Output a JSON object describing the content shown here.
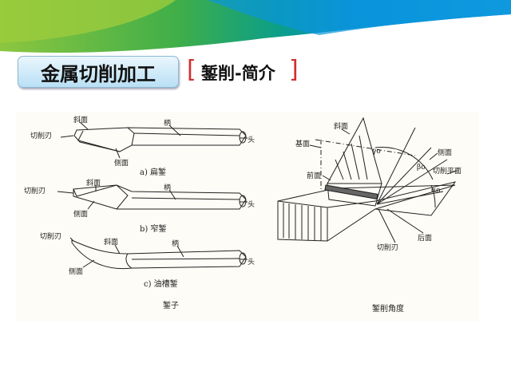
{
  "header": {
    "title": "金属切削加工",
    "subtitle": "錾削-简介",
    "colors": {
      "green": "#8cc63f",
      "teal": "#0a9e8a",
      "blue": "#0a8fd8",
      "bracket": "#d0302f"
    }
  },
  "left_figure": {
    "caption": "錾子",
    "chisels": [
      {
        "caption": "a) 扁錾",
        "labels": {
          "bevel": "斜面",
          "handle": "柄",
          "edge": "切削刃",
          "head": "头",
          "side": "侧面"
        }
      },
      {
        "caption": "b) 窄錾",
        "labels": {
          "bevel": "斜面",
          "handle": "柄",
          "edge": "切削刃",
          "head": "头",
          "side": "侧面"
        }
      },
      {
        "caption": "c) 油槽錾",
        "labels": {
          "bevel": "斜面",
          "handle": "柄",
          "edge": "切削刃",
          "head": "头",
          "side": "侧面"
        }
      }
    ]
  },
  "right_figure": {
    "caption": "錾削角度",
    "labels": {
      "bevel": "斜面",
      "base_plane": "基面",
      "gamma": "γo",
      "side": "侧面",
      "beta": "βo",
      "cutting_plane": "切削平面",
      "front": "前面",
      "alpha": "αo",
      "back": "后面",
      "edge": "切削刃"
    }
  }
}
